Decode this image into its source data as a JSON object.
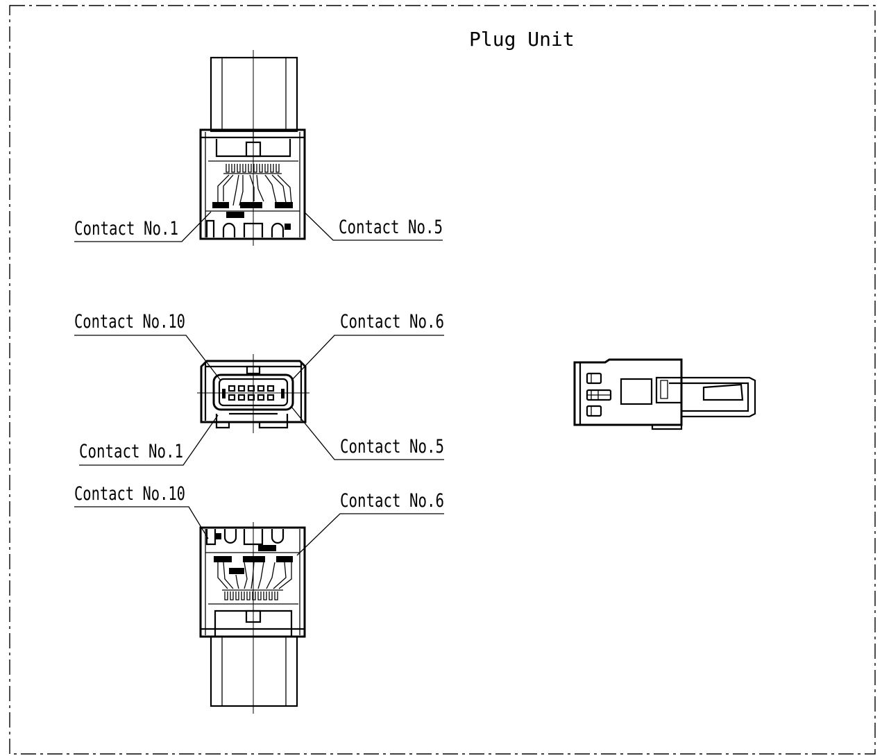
{
  "title": "Plug Unit",
  "labels": {
    "top_left": "Contact No.1",
    "top_right": "Contact No.5",
    "mid_top_left": "Contact No.10",
    "mid_top_right": "Contact No.6",
    "mid_bottom_left": "Contact No.1",
    "mid_bottom_right": "Contact No.5",
    "bottom_left": "Contact No.10",
    "bottom_right": "Contact No.6"
  },
  "colors": {
    "line": "#000000",
    "background": "#ffffff"
  }
}
